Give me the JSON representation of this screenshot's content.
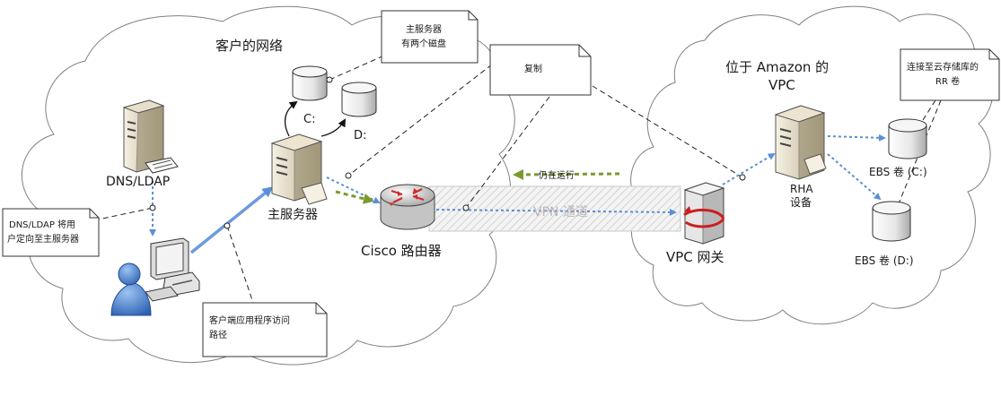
{
  "labels": {
    "customer_network": "客户的网络",
    "dns_ldap": "DNS/LDAP",
    "primary_server": "主服务器",
    "drive_c": "C:",
    "drive_d": "D:",
    "cisco_router": "Cisco 路由器",
    "vpn_tunnel": "VPN 通道",
    "still_running": "仍在运行",
    "vpc_gateway": "VPC 网关",
    "amazon_vpc_line1": "位于 Amazon 的",
    "amazon_vpc_line2": "VPC",
    "rha_line1": "RHA",
    "rha_line2": "设备",
    "ebs_c": "EBS 卷 (C:)",
    "ebs_d": "EBS 卷 (D:)"
  },
  "notes": {
    "two_disks": [
      "主服务器",
      "有两个磁盘"
    ],
    "replication": [
      "复制"
    ],
    "dns_redirect": [
      "DNS/LDAP 将用",
      "户定向至主服务器"
    ],
    "client_path": [
      "客户端应用程序访问",
      "路径"
    ],
    "rr_volume": [
      "连接至云存储库的",
      "RR 卷"
    ]
  },
  "colors": {
    "cloud_stroke": "#808080",
    "blue_link": "#5b8ed6",
    "green_arrow": "#7a9a2e",
    "dash": "#222222",
    "tunnel": "#c9c9c9"
  }
}
